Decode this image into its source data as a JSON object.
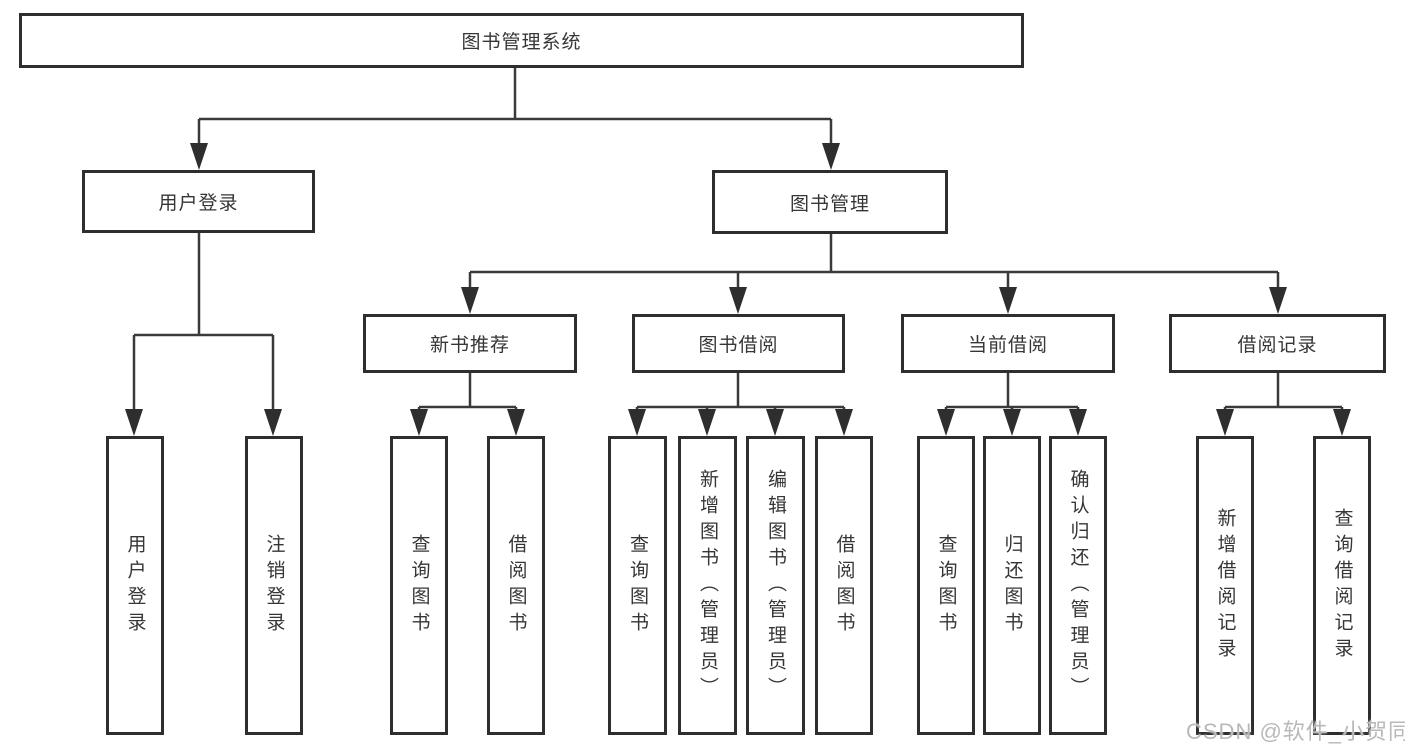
{
  "diagram": {
    "root": {
      "label": "图书管理系统"
    },
    "level2": [
      {
        "label": "用户登录"
      },
      {
        "label": "图书管理"
      }
    ],
    "level3": [
      {
        "label": "新书推荐"
      },
      {
        "label": "图书借阅"
      },
      {
        "label": "当前借阅"
      },
      {
        "label": "借阅记录"
      }
    ],
    "leaves": [
      {
        "label": "用户登录"
      },
      {
        "label": "注销登录"
      },
      {
        "label": "查询图书"
      },
      {
        "label": "借阅图书"
      },
      {
        "label": "查询图书"
      },
      {
        "label": "新增图书（管理员）"
      },
      {
        "label": "编辑图书（管理员）"
      },
      {
        "label": "借阅图书"
      },
      {
        "label": "查询图书"
      },
      {
        "label": "归还图书"
      },
      {
        "label": "确认归还（管理员）"
      },
      {
        "label": "新增借阅记录"
      },
      {
        "label": "查询借阅记录"
      }
    ],
    "watermark": "CSDN @软件_小贺同学",
    "colors": {
      "line": "#3a3a3a",
      "border": "#2e2e2e",
      "text": "#363636",
      "watermark": "#b9b9b9",
      "background": "#ffffff"
    }
  }
}
